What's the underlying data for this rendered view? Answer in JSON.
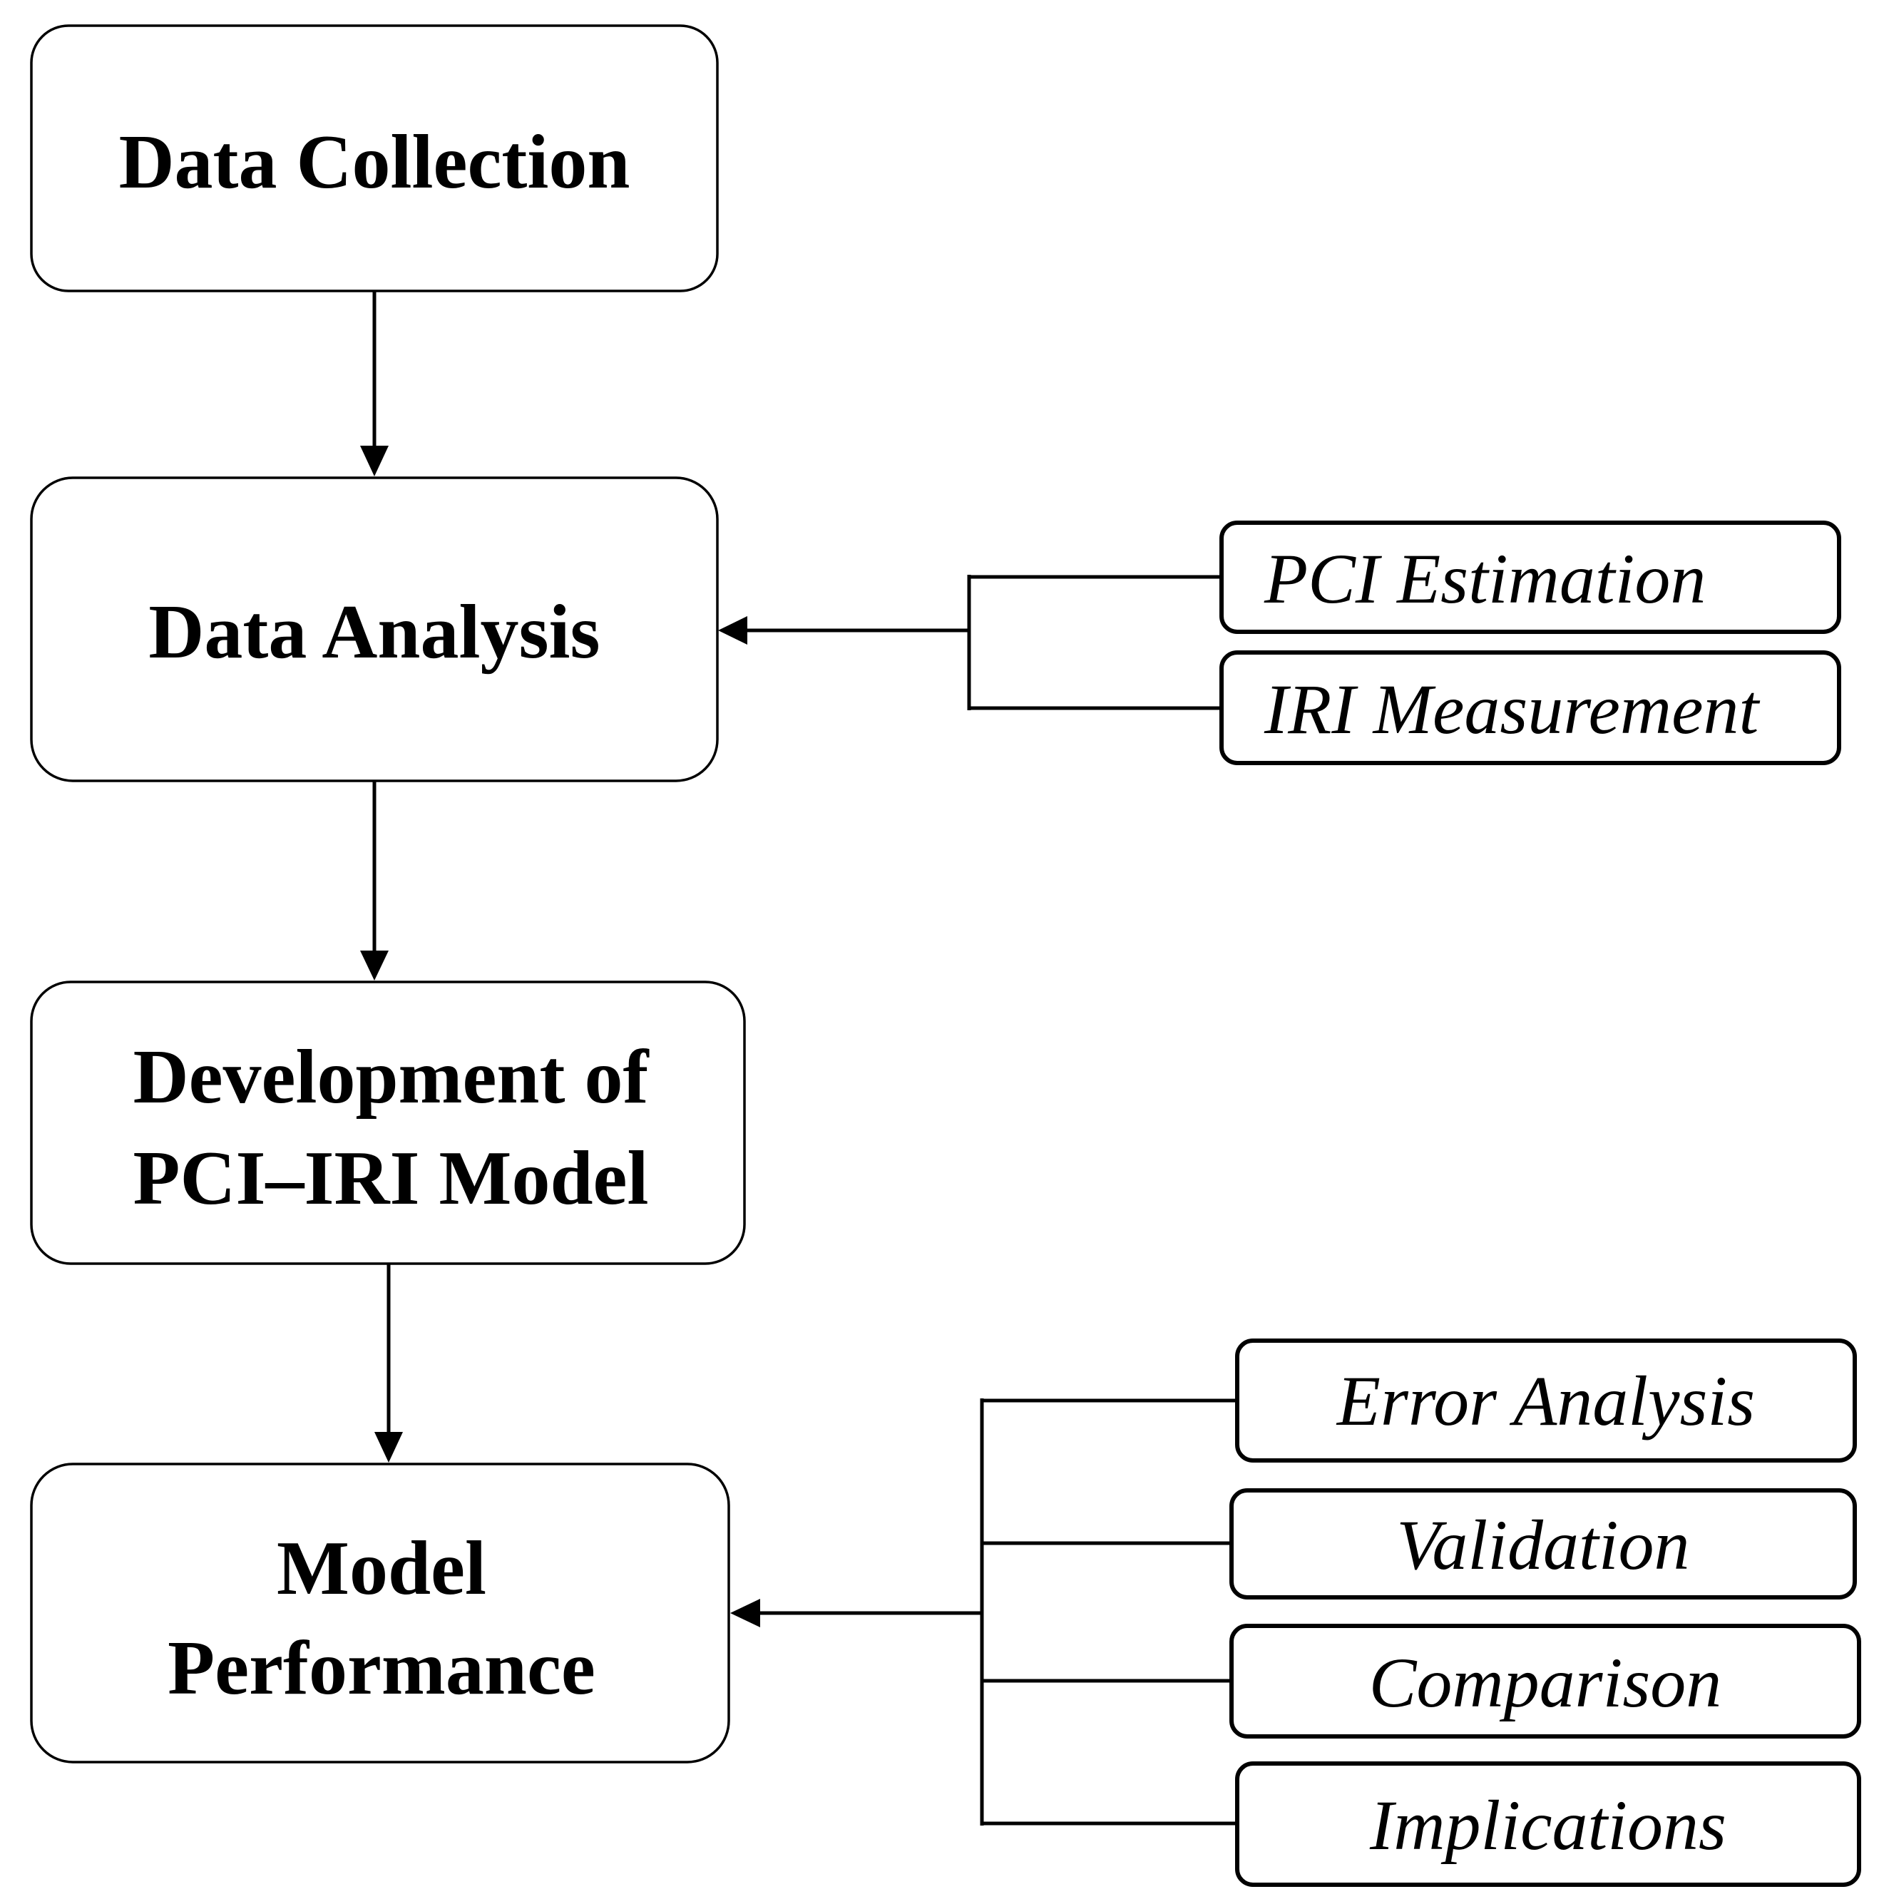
{
  "main_steps": [
    {
      "id": "data-collection",
      "lines": [
        "Data Collection"
      ]
    },
    {
      "id": "data-analysis",
      "lines": [
        "Data Analysis"
      ]
    },
    {
      "id": "model-development",
      "lines": [
        "Development of",
        "PCI–IRI Model"
      ]
    },
    {
      "id": "model-performance",
      "lines": [
        "Model",
        "Performance"
      ]
    }
  ],
  "analysis_inputs": [
    "PCI Estimation",
    "IRI Measurement"
  ],
  "performance_inputs": [
    "Error Analysis",
    "Validation",
    "Comparison",
    "Implications"
  ]
}
